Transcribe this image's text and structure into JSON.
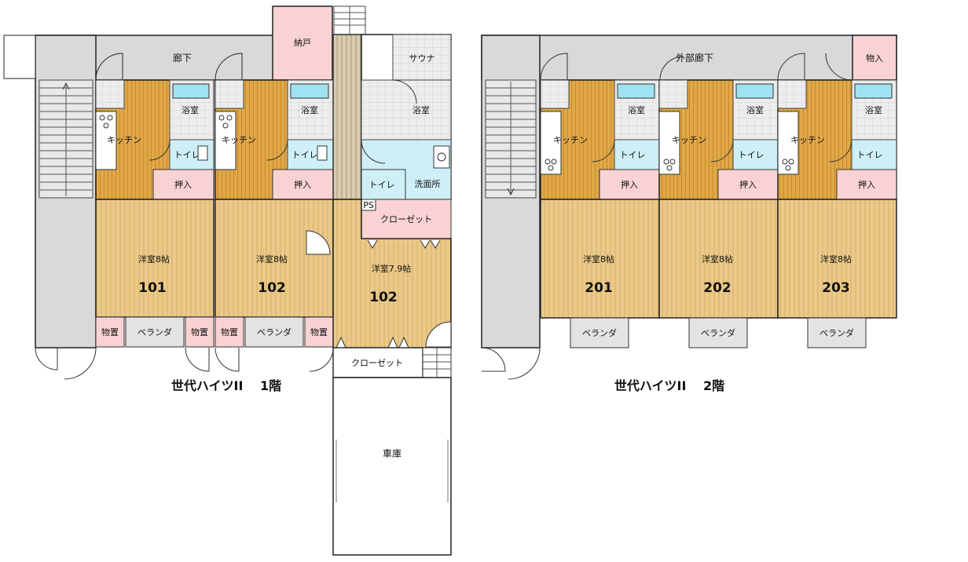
{
  "floor1": {
    "title": "世代ハイツII　 1階",
    "units": [
      {
        "number": "101",
        "room": "洋室8帖",
        "kitchen": "キッチン",
        "bath": "浴室",
        "toilet": "トイレ",
        "closet": "押入",
        "storage": "物置",
        "veranda": "ベランダ"
      },
      {
        "number": "102",
        "room": "洋室8帖",
        "kitchen": "キッチン",
        "bath": "浴室",
        "toilet": "トイレ",
        "closet": "押入",
        "storage": "物置",
        "veranda": "ベランダ"
      },
      {
        "number": "102",
        "room": "洋室7.9帖",
        "bath": "浴室",
        "toilet": "トイレ",
        "washroom": "洗面所",
        "sauna": "サウナ",
        "closet": "クローゼット",
        "closet2": "クローゼット",
        "ps": "PS"
      }
    ],
    "corridor": "廊下",
    "storeroom": "納戸",
    "storage2": "物置",
    "garage": "車庫"
  },
  "floor2": {
    "title": "世代ハイツII　 2階",
    "units": [
      {
        "number": "201",
        "room": "洋室8帖",
        "kitchen": "キッチン",
        "bath": "浴室",
        "toilet": "トイレ",
        "closet": "押入",
        "veranda": "ベランダ"
      },
      {
        "number": "202",
        "room": "洋室8帖",
        "kitchen": "キッチン",
        "bath": "浴室",
        "toilet": "トイレ",
        "closet": "押入",
        "veranda": "ベランダ"
      },
      {
        "number": "203",
        "room": "洋室8帖",
        "kitchen": "キッチン",
        "bath": "浴室",
        "toilet": "トイレ",
        "closet": "押入",
        "veranda": "ベランダ"
      }
    ],
    "corridor": "外部廊下",
    "storage": "物入"
  },
  "colors": {
    "floor_wood": "#eac47a",
    "floor_wood_dark": "#d89a2a",
    "pink": "#f9d3d3",
    "cyan": "#cfeff7",
    "grey": "#d9d9d9",
    "tile": "#ececec"
  }
}
